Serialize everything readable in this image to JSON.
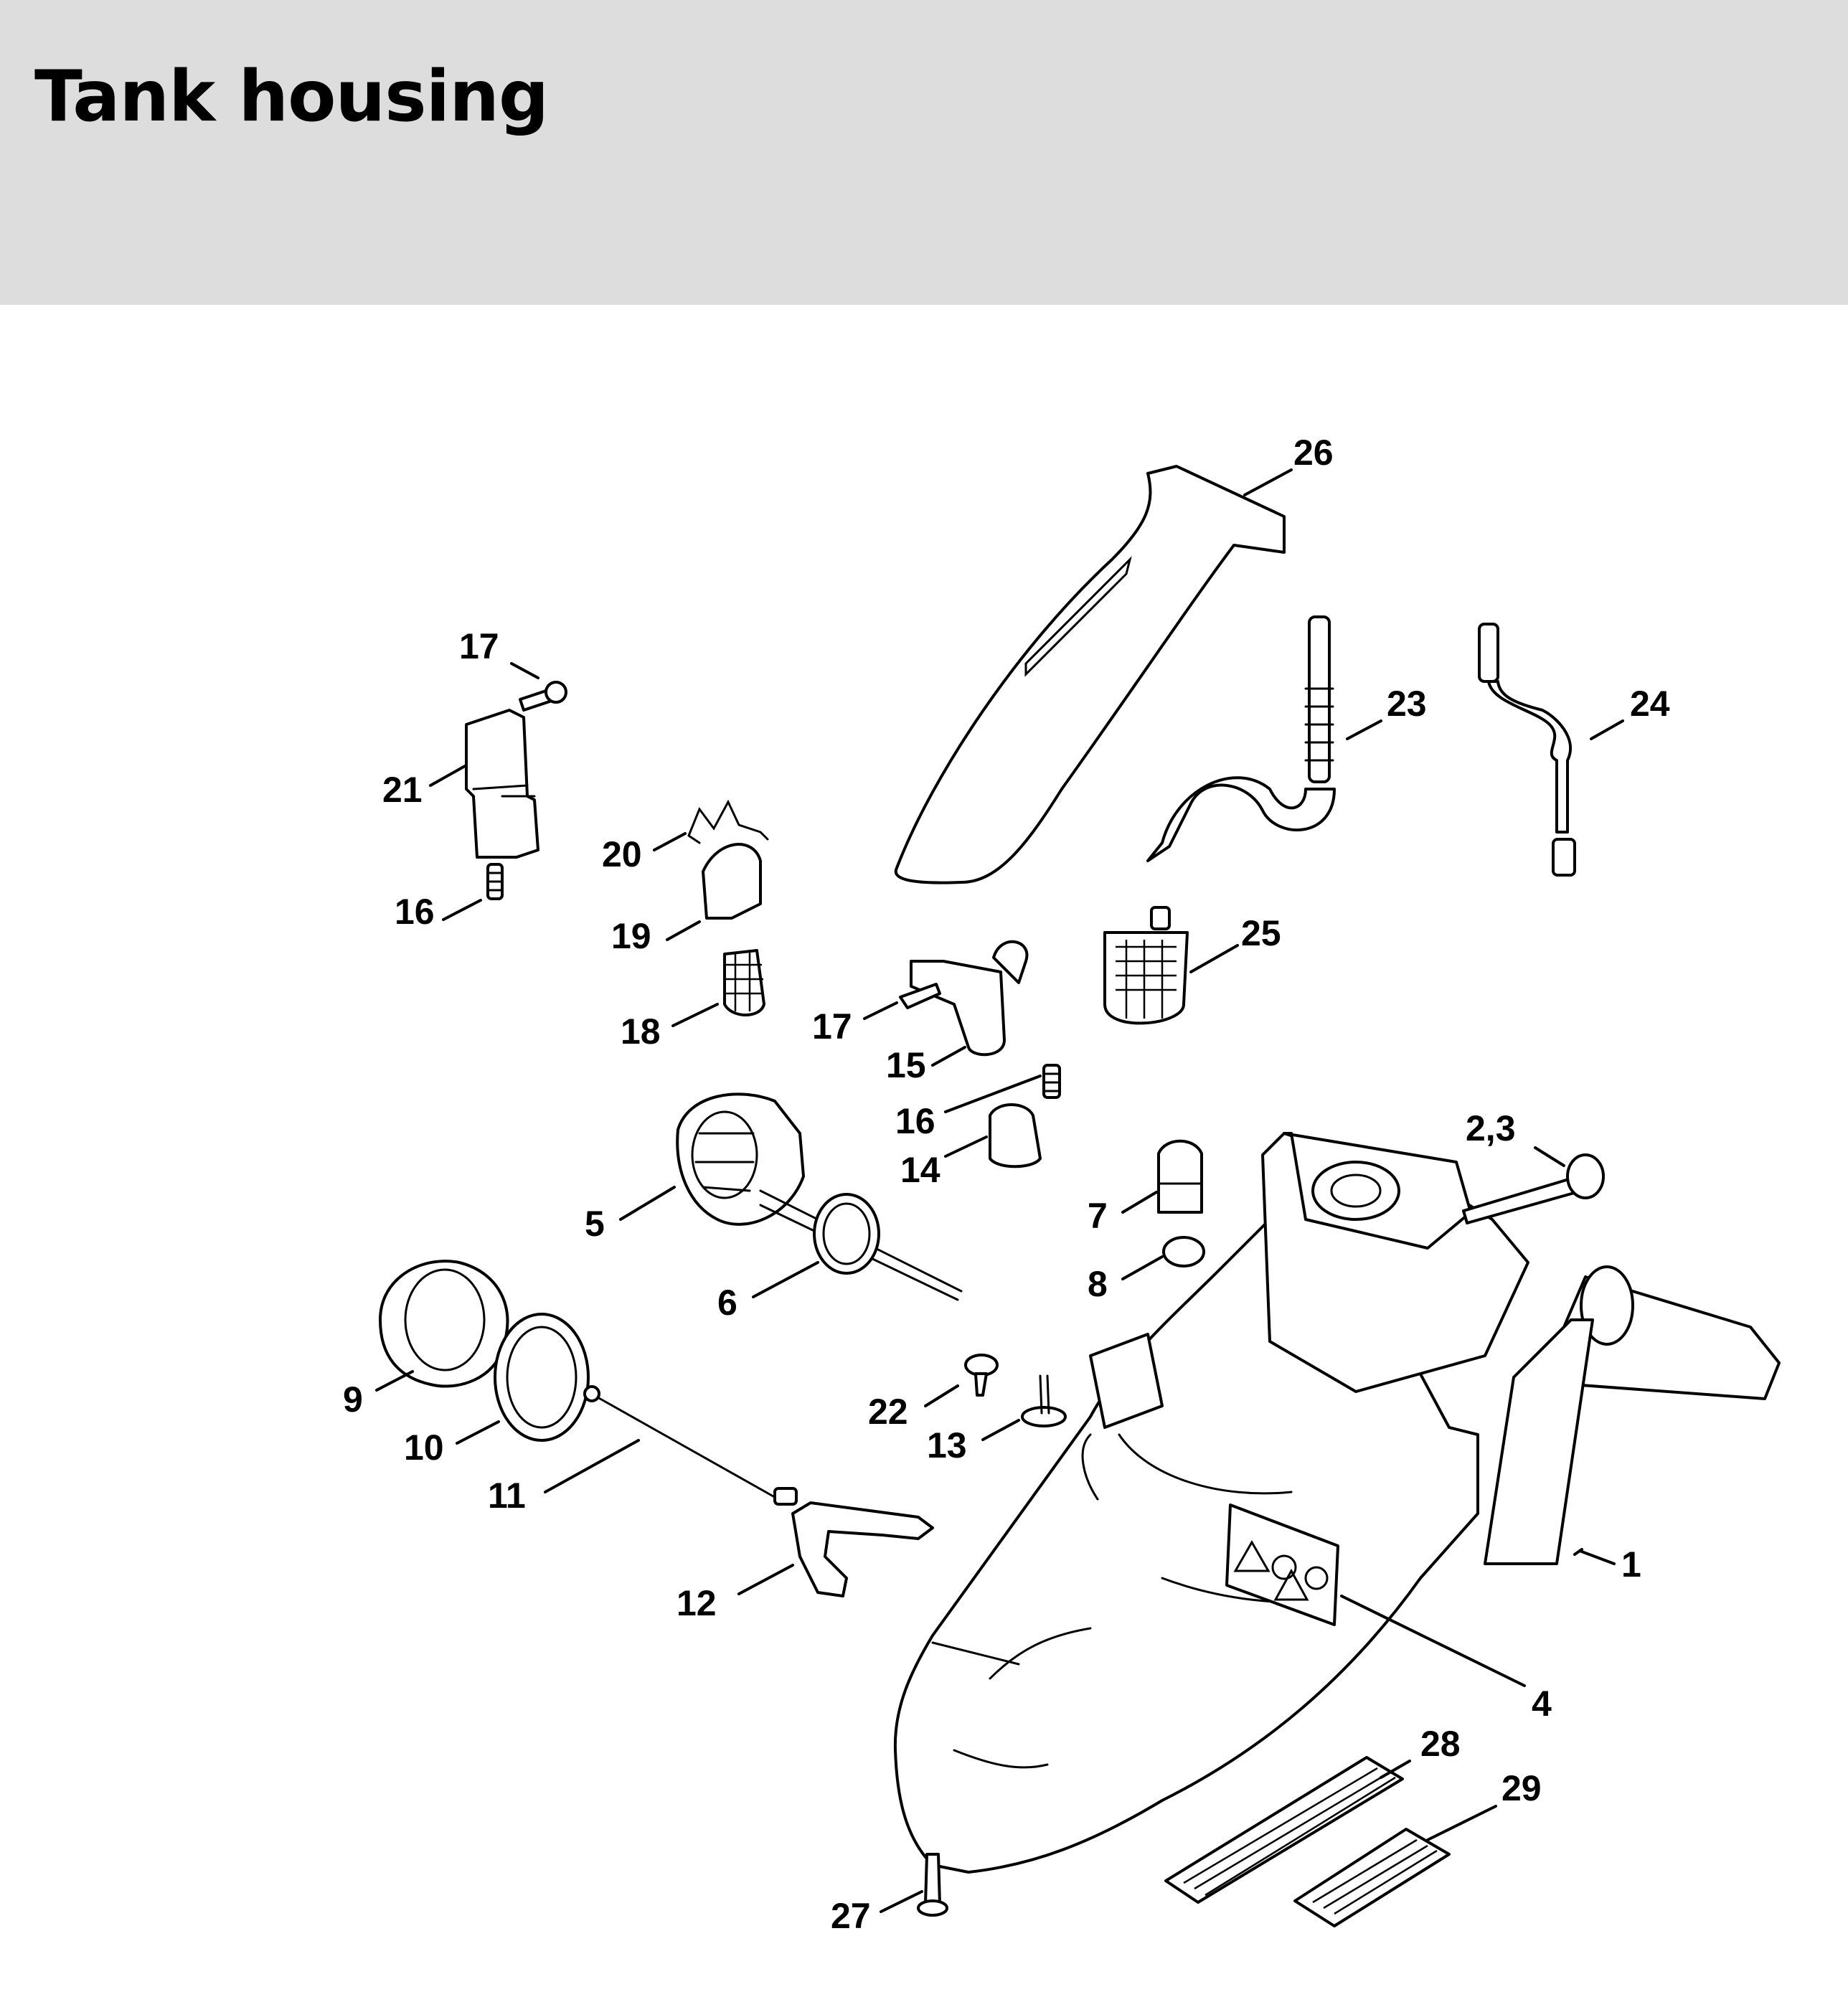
{
  "title": "Tank housing",
  "part_labels": [
    "1",
    "2,3",
    "4",
    "5",
    "6",
    "7",
    "8",
    "9",
    "10",
    "11",
    "12",
    "13",
    "14",
    "15",
    "16",
    "16",
    "17",
    "17",
    "18",
    "19",
    "20",
    "21",
    "22",
    "23",
    "24",
    "25",
    "26",
    "27",
    "28",
    "29"
  ]
}
